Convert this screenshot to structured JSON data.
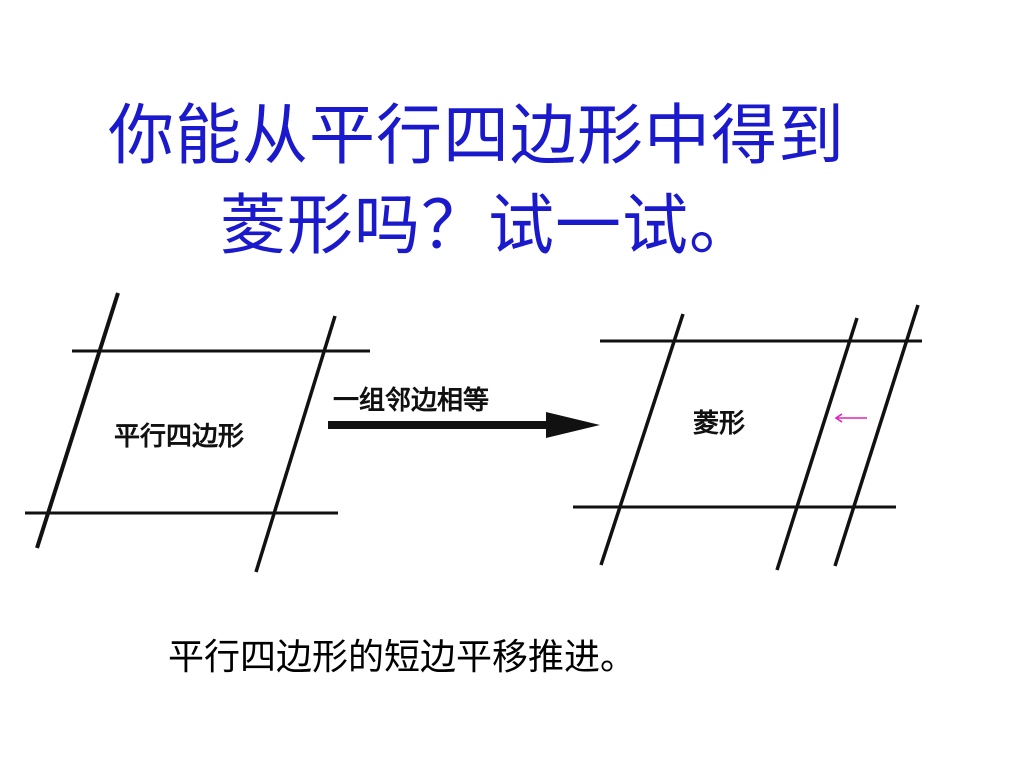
{
  "slide": {
    "title_line_1": "你能从平行四边形中得到",
    "title_line_2": "菱形吗？试一试。",
    "caption": "平行四边形的短边平移推进。"
  },
  "diagram": {
    "left_label": "平行四边形",
    "arrow_label": "一组邻边相等",
    "right_label": "菱形"
  },
  "colors": {
    "title": "#1a1acc",
    "shift_arrow": "#e020c0"
  }
}
